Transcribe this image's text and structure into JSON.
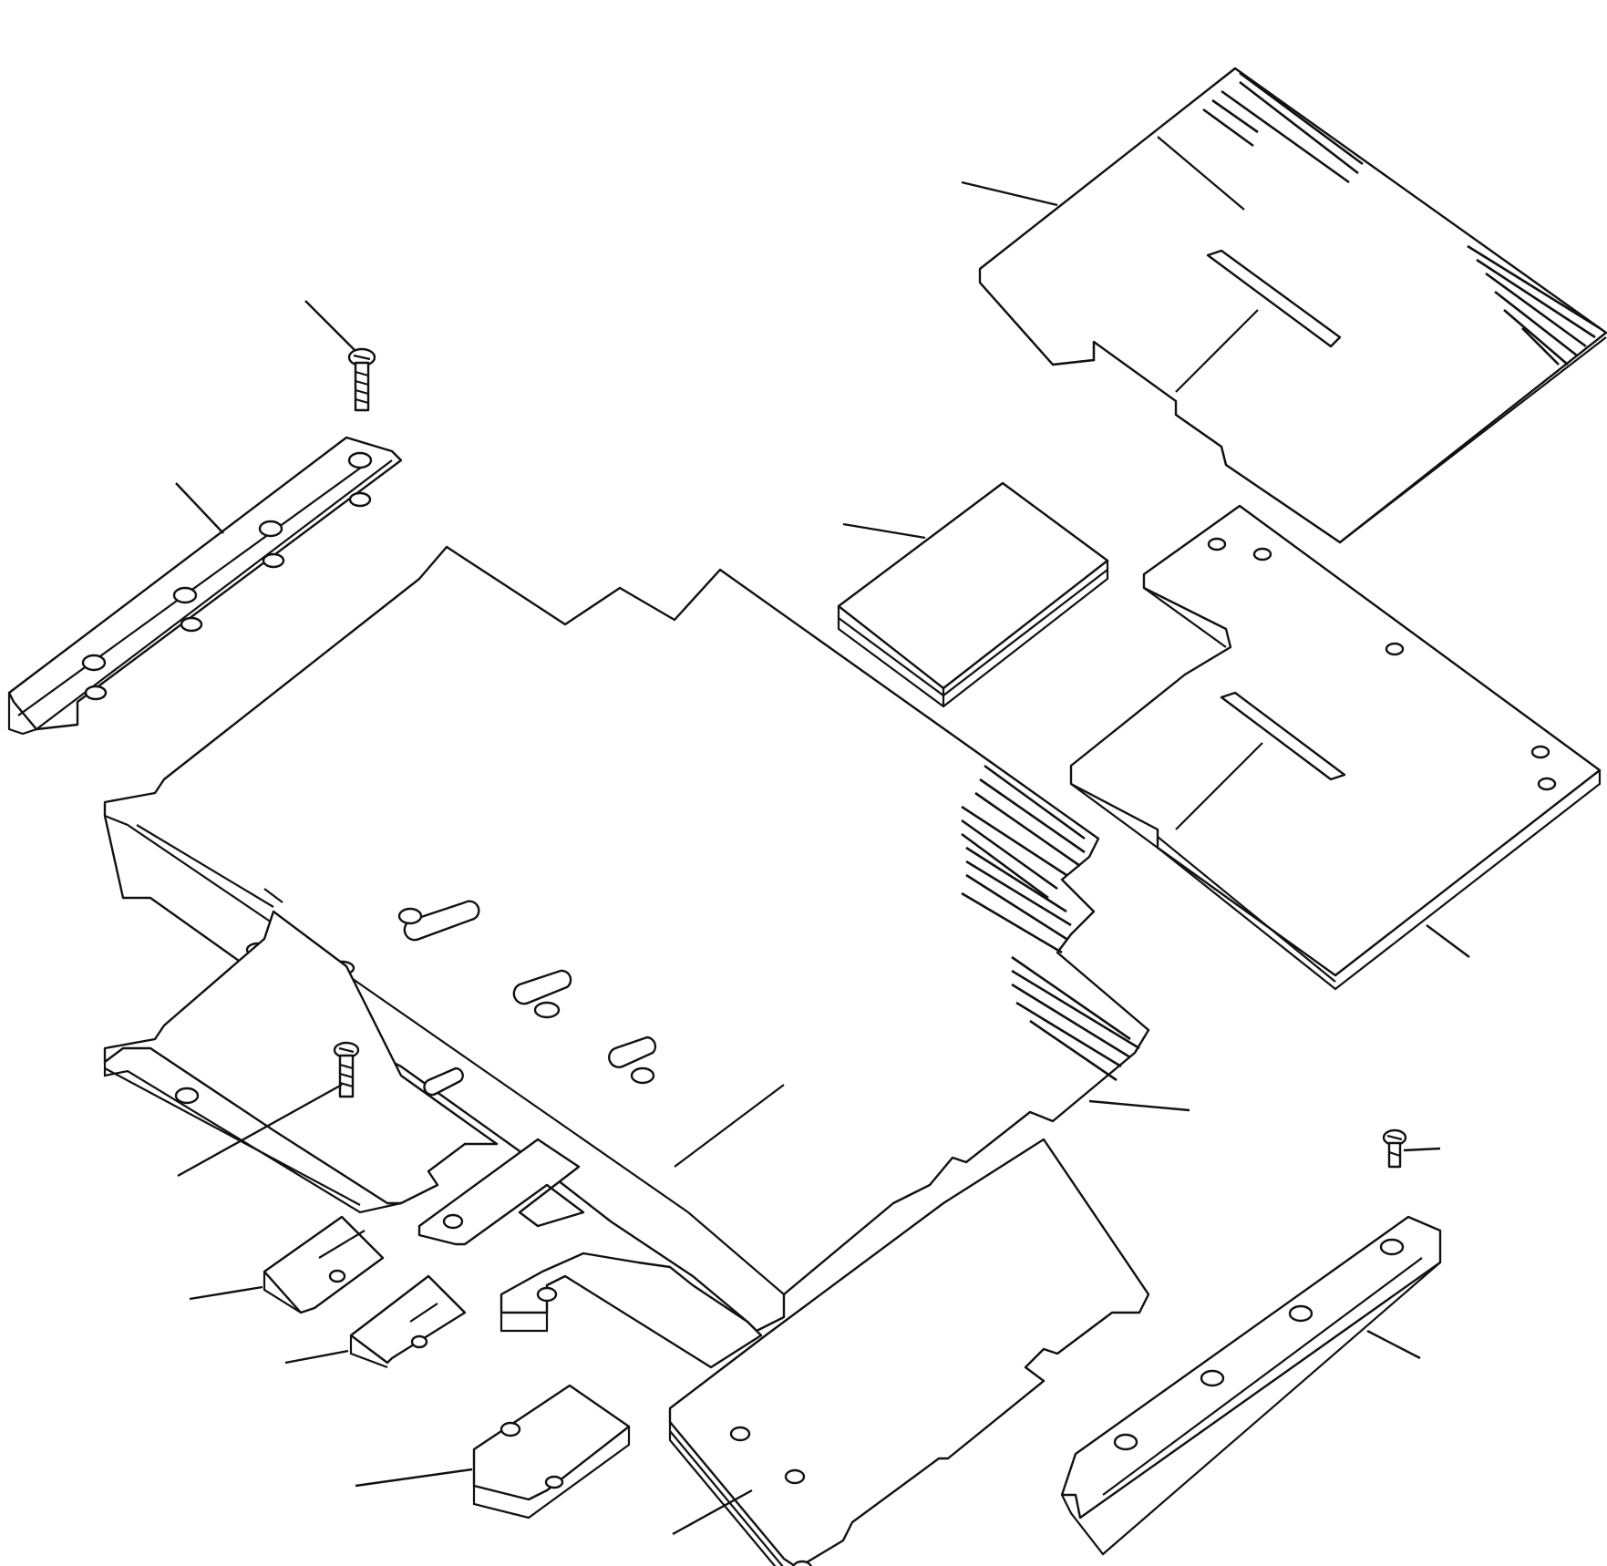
{
  "figure": {
    "type": "exploded parts diagram",
    "parts": [
      {
        "name": "top-right-cover-plate"
      },
      {
        "name": "center-small-block"
      },
      {
        "name": "right-middle-plate"
      },
      {
        "name": "large-center-plate"
      },
      {
        "name": "lower-right-extension-plate"
      },
      {
        "name": "left-rail"
      },
      {
        "name": "right-rail"
      },
      {
        "name": "left-lower-plate"
      },
      {
        "name": "lower-center-plate"
      },
      {
        "name": "small-shim-a"
      },
      {
        "name": "small-shim-b"
      },
      {
        "name": "bottom-block"
      },
      {
        "name": "screw-top-left"
      },
      {
        "name": "screw-center-left"
      },
      {
        "name": "screw-right"
      }
    ],
    "leader_count": 15,
    "line_color": "#111111",
    "background": "#ffffff"
  }
}
